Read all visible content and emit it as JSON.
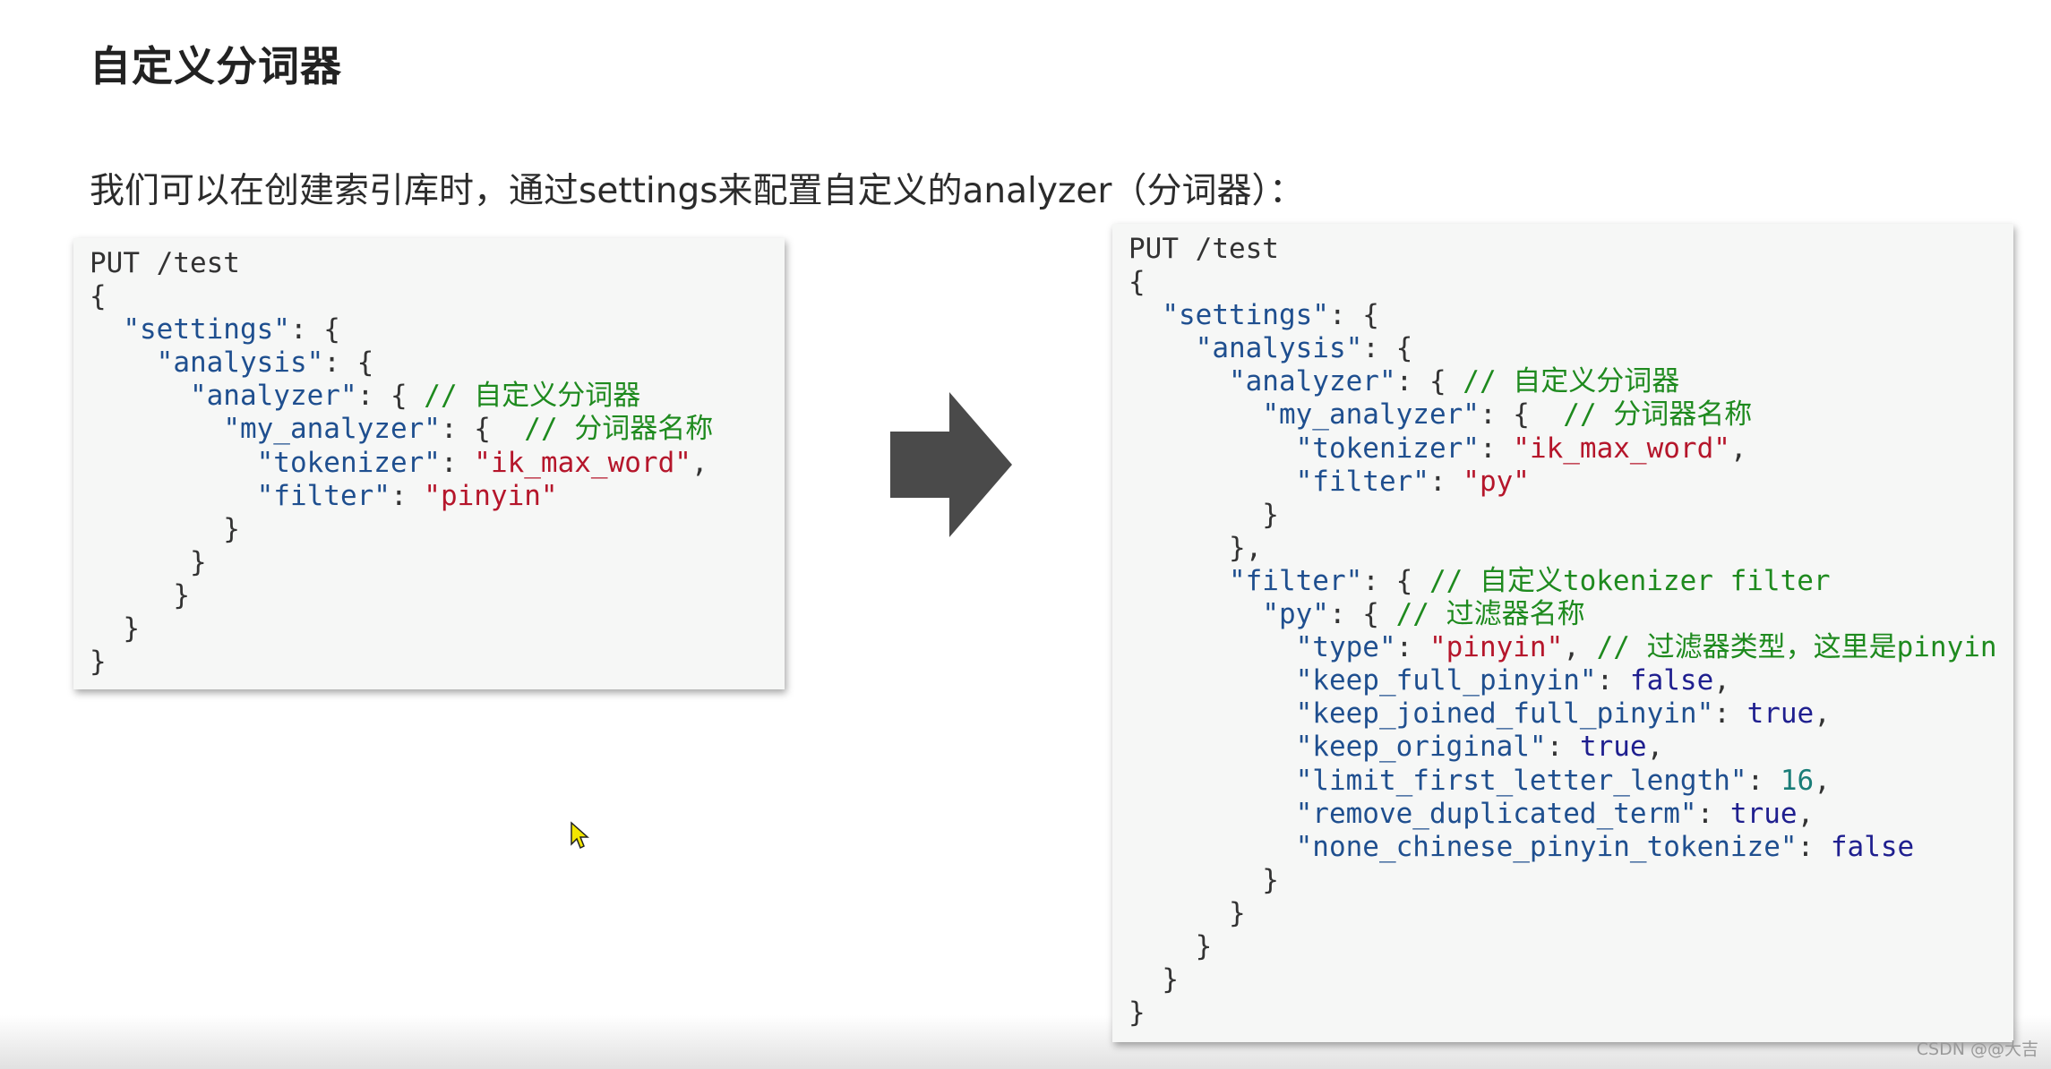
{
  "title": "自定义分词器",
  "intro": "我们可以在创建索引库时，通过settings来配置自定义的analyzer（分词器）：",
  "watermark": "CSDN @@大吉",
  "colors": {
    "key": "#1f4f8f",
    "string": "#b5162b",
    "boolean": "#1f1f8f",
    "number": "#1a7d78",
    "comment": "#1e8a1e",
    "plain": "#333333",
    "arrow": "#4a4a4a"
  },
  "icons": {
    "arrow": "right-arrow-icon",
    "cursor": "mouse-pointer-icon"
  },
  "code_left": [
    [
      [
        "p",
        "PUT /test"
      ]
    ],
    [
      [
        "p",
        "{"
      ]
    ],
    [
      [
        "p",
        "  "
      ],
      [
        "k",
        "\"settings\""
      ],
      [
        "p",
        ": {"
      ]
    ],
    [
      [
        "p",
        "    "
      ],
      [
        "k",
        "\"analysis\""
      ],
      [
        "p",
        ": {"
      ]
    ],
    [
      [
        "p",
        "      "
      ],
      [
        "k",
        "\"analyzer\""
      ],
      [
        "p",
        ": { "
      ],
      [
        "c",
        "// 自定义分词器"
      ]
    ],
    [
      [
        "p",
        "        "
      ],
      [
        "k",
        "\"my_analyzer\""
      ],
      [
        "p",
        ": {  "
      ],
      [
        "c",
        "// 分词器名称"
      ]
    ],
    [
      [
        "p",
        "          "
      ],
      [
        "k",
        "\"tokenizer\""
      ],
      [
        "p",
        ": "
      ],
      [
        "s",
        "\"ik_max_word\""
      ],
      [
        "p",
        ","
      ]
    ],
    [
      [
        "p",
        "          "
      ],
      [
        "k",
        "\"filter\""
      ],
      [
        "p",
        ": "
      ],
      [
        "s",
        "\"pinyin\""
      ]
    ],
    [
      [
        "p",
        "        }"
      ]
    ],
    [
      [
        "p",
        "      }"
      ]
    ],
    [
      [
        "p",
        "     }"
      ]
    ],
    [
      [
        "p",
        "  }"
      ]
    ],
    [
      [
        "p",
        "}"
      ]
    ]
  ],
  "code_right": [
    [
      [
        "p",
        "PUT /test"
      ]
    ],
    [
      [
        "p",
        "{"
      ]
    ],
    [
      [
        "p",
        "  "
      ],
      [
        "k",
        "\"settings\""
      ],
      [
        "p",
        ": {"
      ]
    ],
    [
      [
        "p",
        "    "
      ],
      [
        "k",
        "\"analysis\""
      ],
      [
        "p",
        ": {"
      ]
    ],
    [
      [
        "p",
        "      "
      ],
      [
        "k",
        "\"analyzer\""
      ],
      [
        "p",
        ": { "
      ],
      [
        "c",
        "// 自定义分词器"
      ]
    ],
    [
      [
        "p",
        "        "
      ],
      [
        "k",
        "\"my_analyzer\""
      ],
      [
        "p",
        ": {  "
      ],
      [
        "c",
        "// 分词器名称"
      ]
    ],
    [
      [
        "p",
        "          "
      ],
      [
        "k",
        "\"tokenizer\""
      ],
      [
        "p",
        ": "
      ],
      [
        "s",
        "\"ik_max_word\""
      ],
      [
        "p",
        ","
      ]
    ],
    [
      [
        "p",
        "          "
      ],
      [
        "k",
        "\"filter\""
      ],
      [
        "p",
        ": "
      ],
      [
        "s",
        "\"py\""
      ]
    ],
    [
      [
        "p",
        "        }"
      ]
    ],
    [
      [
        "p",
        "      },"
      ]
    ],
    [
      [
        "p",
        "      "
      ],
      [
        "k",
        "\"filter\""
      ],
      [
        "p",
        ": { "
      ],
      [
        "c",
        "// 自定义tokenizer filter"
      ]
    ],
    [
      [
        "p",
        "        "
      ],
      [
        "k",
        "\"py\""
      ],
      [
        "p",
        ": { "
      ],
      [
        "c",
        "// 过滤器名称"
      ]
    ],
    [
      [
        "p",
        "          "
      ],
      [
        "k",
        "\"type\""
      ],
      [
        "p",
        ": "
      ],
      [
        "s",
        "\"pinyin\""
      ],
      [
        "p",
        ", "
      ],
      [
        "c",
        "// 过滤器类型，这里是pinyin"
      ]
    ],
    [
      [
        "p",
        "          "
      ],
      [
        "k",
        "\"keep_full_pinyin\""
      ],
      [
        "p",
        ": "
      ],
      [
        "b",
        "false"
      ],
      [
        "p",
        ","
      ]
    ],
    [
      [
        "p",
        "          "
      ],
      [
        "k",
        "\"keep_joined_full_pinyin\""
      ],
      [
        "p",
        ": "
      ],
      [
        "b",
        "true"
      ],
      [
        "p",
        ","
      ]
    ],
    [
      [
        "p",
        "          "
      ],
      [
        "k",
        "\"keep_original\""
      ],
      [
        "p",
        ": "
      ],
      [
        "b",
        "true"
      ],
      [
        "p",
        ","
      ]
    ],
    [
      [
        "p",
        "          "
      ],
      [
        "k",
        "\"limit_first_letter_length\""
      ],
      [
        "p",
        ": "
      ],
      [
        "n",
        "16"
      ],
      [
        "p",
        ","
      ]
    ],
    [
      [
        "p",
        "          "
      ],
      [
        "k",
        "\"remove_duplicated_term\""
      ],
      [
        "p",
        ": "
      ],
      [
        "b",
        "true"
      ],
      [
        "p",
        ","
      ]
    ],
    [
      [
        "p",
        "          "
      ],
      [
        "k",
        "\"none_chinese_pinyin_tokenize\""
      ],
      [
        "p",
        ": "
      ],
      [
        "b",
        "false"
      ]
    ],
    [
      [
        "p",
        "        }"
      ]
    ],
    [
      [
        "p",
        "      }"
      ]
    ],
    [
      [
        "p",
        "    }"
      ]
    ],
    [
      [
        "p",
        "  }"
      ]
    ],
    [
      [
        "p",
        "}"
      ]
    ]
  ]
}
